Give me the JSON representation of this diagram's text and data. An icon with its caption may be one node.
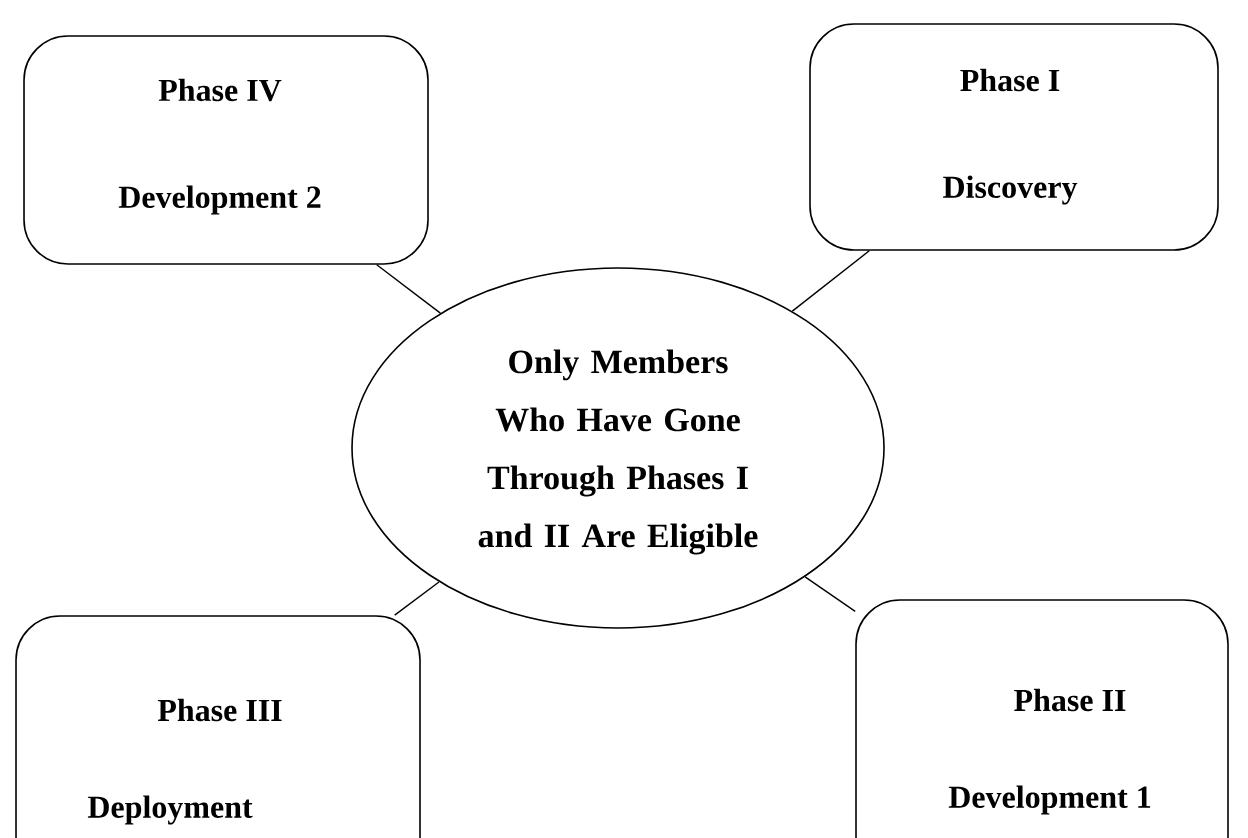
{
  "diagram": {
    "nodes": [
      {
        "text": [
          "Phase IV",
          "Development 2"
        ]
      },
      {
        "text": [
          "Phase I",
          "Discovery"
        ]
      },
      {
        "text": [
          "Only Members Who Have Gone Through Phases I and II Are Eligible"
        ]
      },
      {
        "text": [
          "Phase III",
          "Deployment"
        ]
      },
      {
        "text": [
          "Phase II",
          "Development 1"
        ]
      }
    ],
    "edges": [
      {
        "from": 2,
        "to": 0,
        "arrow": "none"
      },
      {
        "from": 2,
        "to": 1,
        "arrow": "none"
      },
      {
        "from": 2,
        "to": 3,
        "arrow": "none"
      },
      {
        "from": 2,
        "to": 4,
        "arrow": "none"
      }
    ]
  }
}
